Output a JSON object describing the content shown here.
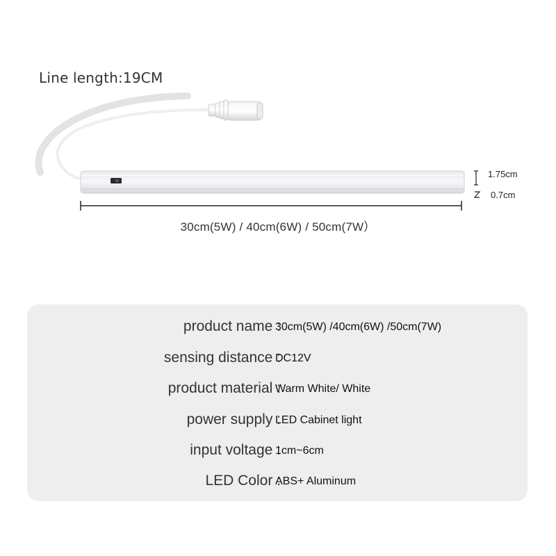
{
  "line_length_label": "Line length:19CM",
  "dimensions": {
    "height": "1.75cm",
    "depth": "0.7cm",
    "length": "30cm(5W) / 40cm(6W) / 50cm(7W）"
  },
  "specs": [
    {
      "label": "product name :",
      "value": "30cm(5W) /40cm(6W) /50cm(7W)"
    },
    {
      "label": "sensing distance :",
      "value": "DC12V"
    },
    {
      "label": "product material :",
      "value": "Warm White/ White"
    },
    {
      "label": "power supply :",
      "value": "LED Cabinet light"
    },
    {
      "label": "input voltage :",
      "value": "1cm~6cm"
    },
    {
      "label": "LED Color :",
      "value": "ABS+ Aluminum"
    }
  ]
}
